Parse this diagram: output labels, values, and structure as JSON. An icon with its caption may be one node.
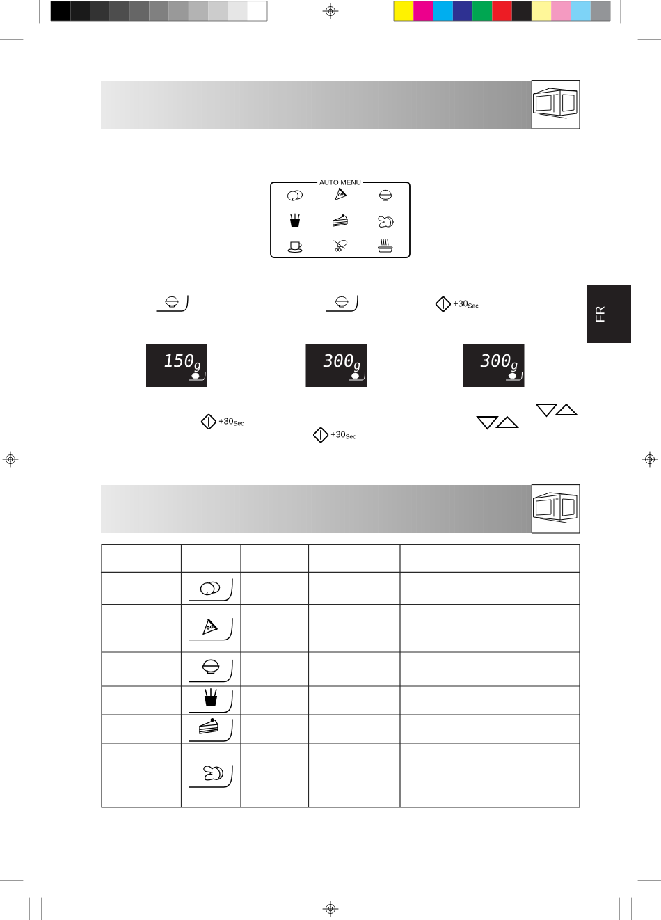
{
  "diagram": {
    "nodes": [
      {
        "text": [
          "AUTO MENU"
        ]
      },
      {
        "text": [
          "FR"
        ]
      },
      {
        "text": [
          "150$_{g}$"
        ]
      },
      {
        "text": [
          "300$_{g}$"
        ]
      },
      {
        "text": [
          "300$_{g}$"
        ]
      }
    ],
    "labels": [
      "+30$_{Sec}$",
      "+30$_{Sec}$",
      "+30$_{Sec}$"
    ]
  }
}
